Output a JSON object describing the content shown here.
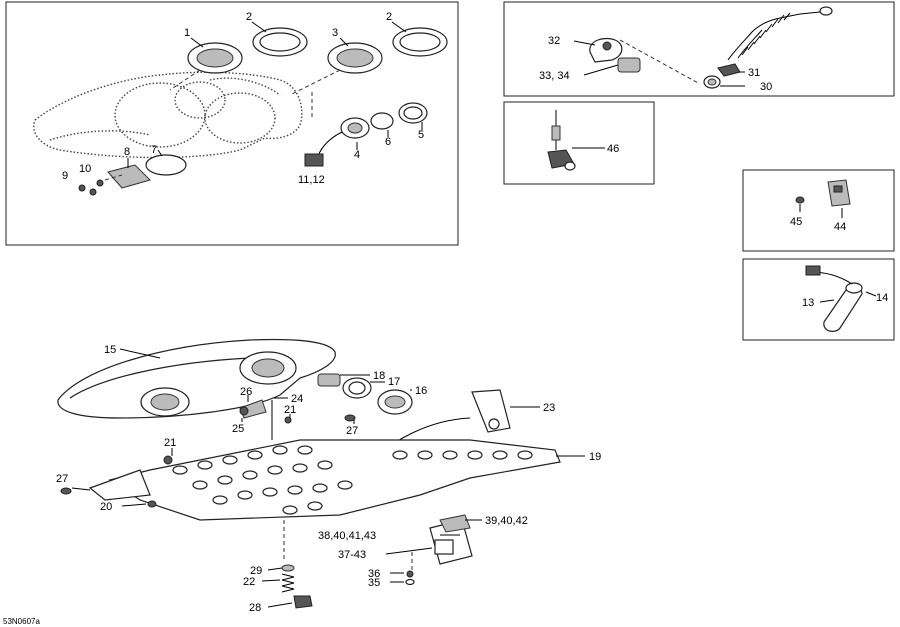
{
  "diagram": {
    "callouts": {
      "c1": "1",
      "c2a": "2",
      "c2b": "2",
      "c3": "3",
      "c4": "4",
      "c5": "5",
      "c6": "6",
      "c7": "7",
      "c8": "8",
      "c9": "9",
      "c10": "10",
      "c1112": "11,12",
      "c32": "32",
      "c3334": "33, 34",
      "c31": "31",
      "c30": "30",
      "c46": "46",
      "c45": "45",
      "c44": "44",
      "c13": "13",
      "c14": "14",
      "c15": "15",
      "c18": "18",
      "c17": "17",
      "c16": "16",
      "c26": "26",
      "c24": "24",
      "c21a": "21",
      "c27a": "27",
      "c25": "25",
      "c23": "23",
      "c21b": "21",
      "c19": "19",
      "c27b": "27",
      "c20": "20",
      "c394042": "39,40,42",
      "c38404143": "38,40,41,43",
      "c3743": "37-43",
      "c36": "36",
      "c35": "35",
      "c29": "29",
      "c22": "22",
      "c28": "28"
    },
    "drawing_code": "53N0607a"
  }
}
